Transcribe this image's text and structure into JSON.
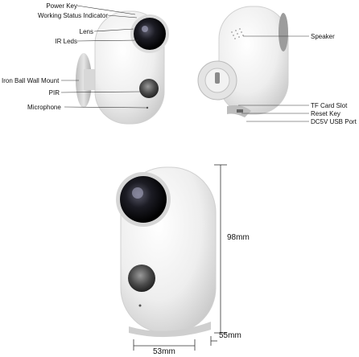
{
  "left_labels": [
    {
      "id": "power-key",
      "text": "Power Key"
    },
    {
      "id": "working-status-indicator",
      "text": "Working Status Indicator"
    },
    {
      "id": "lens",
      "text": "Lens"
    },
    {
      "id": "ir-leds",
      "text": "IR Leds"
    },
    {
      "id": "iron-ball-wall-mount",
      "text": "Iron Ball Wall Mount"
    },
    {
      "id": "pir",
      "text": "PIR"
    },
    {
      "id": "microphone",
      "text": "Microphone"
    }
  ],
  "right_labels": [
    {
      "id": "speaker",
      "text": "Speaker"
    },
    {
      "id": "tf-card-slot",
      "text": "TF Card Slot"
    },
    {
      "id": "reset-key",
      "text": "Reset Key"
    },
    {
      "id": "dc5v-usb-port",
      "text": "DC5V USB Port"
    }
  ],
  "dimensions": {
    "height": "98mm",
    "depth": "55mm",
    "width": "53mm"
  },
  "colors": {
    "body": "#eeeeee",
    "body_shadow": "#cfcfcf",
    "lens_outer": "#1a1a1a",
    "line": "#333333"
  }
}
